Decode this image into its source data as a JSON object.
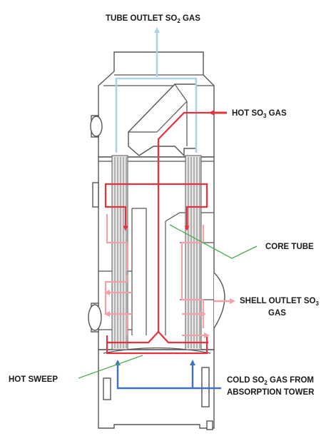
{
  "labels": {
    "tube_outlet": {
      "pre": "TUBE OUTLET SO",
      "sub": "2",
      "post": " GAS"
    },
    "hot_so3": {
      "pre": "HOT SO",
      "sub": "3",
      "post": " GAS"
    },
    "core_tube": {
      "text": "CORE TUBE"
    },
    "shell_outlet_line1": {
      "pre": "SHELL OUTLET SO",
      "sub": "3"
    },
    "shell_outlet_line2": {
      "text": "GAS"
    },
    "hot_sweep": {
      "text": "HOT SWEEP"
    },
    "cold_so2_line1": {
      "pre": "COLD SO",
      "sub": "2",
      "post": " GAS FROM"
    },
    "cold_so2_line2": {
      "text": "ABSORPTION TOWER"
    }
  },
  "colors": {
    "hot_gas": "#e8303a",
    "cooled_gas": "#f4a0a8",
    "cold_gas": "#3f72c0",
    "tube_outlet_gas": "#a9d3e6",
    "leader_line": "#4caf50",
    "vessel_outline": "#555555"
  }
}
